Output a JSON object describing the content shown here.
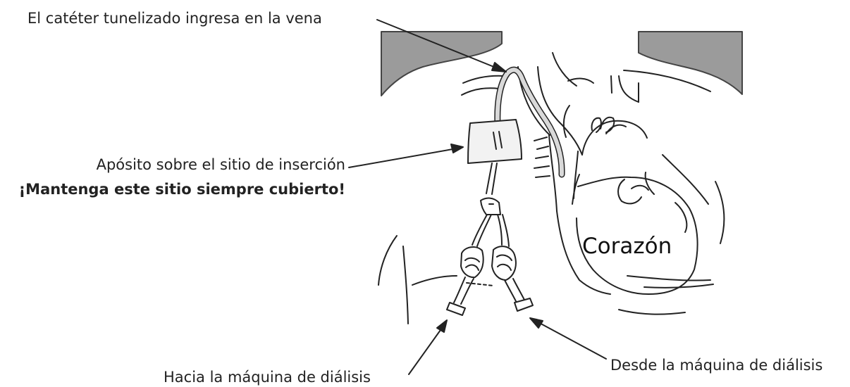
{
  "labels": {
    "vein_entry": "El catéter tunelizado ingresa en la vena",
    "dressing": "Apósito sobre el sitio de inserción",
    "warning": "¡Mantenga este sitio siempre cubierto!",
    "heart": "Corazón",
    "to_machine": "Hacia la máquina de diálisis",
    "from_machine": "Desde la máquina de diálisis"
  },
  "colors": {
    "shoulder_fill": "#9b9b9b",
    "catheter_fill": "#d9d9d9",
    "line": "#222222"
  }
}
